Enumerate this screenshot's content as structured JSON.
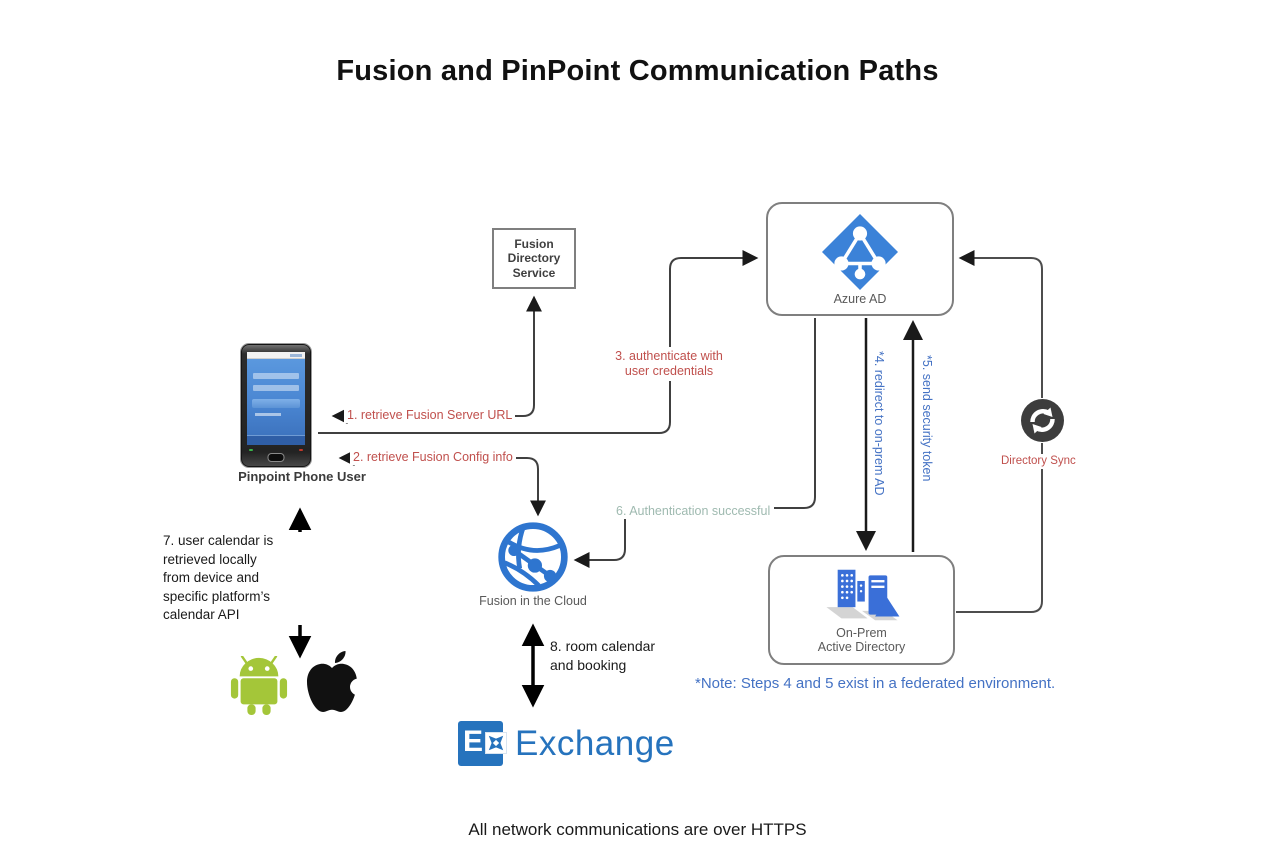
{
  "title": "Fusion and PinPoint Communication Paths",
  "colors": {
    "flow_red": "#c0504d",
    "flow_blue": "#4472c4",
    "flow_teal": "#9fbab0",
    "azure_blue": "#3b82d8",
    "cloud_blue": "#2e75cf",
    "exchange_blue": "#2673bd",
    "android_green": "#a4c639",
    "line": "#404040"
  },
  "nodes": {
    "fusion_directory_service": {
      "label": "Fusion\nDirectory\nService"
    },
    "azure_ad": {
      "label": "Azure AD",
      "icon": "azure-ad-icon"
    },
    "on_prem_ad": {
      "label": "On-Prem\nActive Directory",
      "icon": "active-directory-buildings-icon"
    },
    "fusion_cloud": {
      "label": "Fusion in the Cloud",
      "icon": "globe-network-icon"
    },
    "phone": {
      "label": "Pinpoint Phone User",
      "icon": "smartphone-login-screen"
    },
    "directory_sync": {
      "label": "Directory Sync",
      "icon": "sync-arrows-icon"
    },
    "exchange": {
      "label": "Exchange",
      "tile_letter": "E",
      "icon": "exchange-logo"
    },
    "android": {
      "icon": "android-robot-icon"
    },
    "apple": {
      "icon": "apple-logo-icon"
    }
  },
  "flows": {
    "step1": "1. retrieve Fusion Server URL",
    "step2": "2. retrieve Fusion Config info",
    "step3": "3. authenticate with\nuser credentials",
    "step4": "*4. redirect to on-prem AD",
    "step5": "*5. send security token",
    "step6": "6. Authentication successful",
    "step7": "7. user calendar is\nretrieved locally\nfrom device and\nspecific platform’s\ncalendar API",
    "step8": "8. room calendar\nand booking"
  },
  "footnotes": {
    "federated_note": "*Note: Steps 4 and 5 exist in a federated environment.",
    "https_note": "All network communications are over HTTPS"
  }
}
